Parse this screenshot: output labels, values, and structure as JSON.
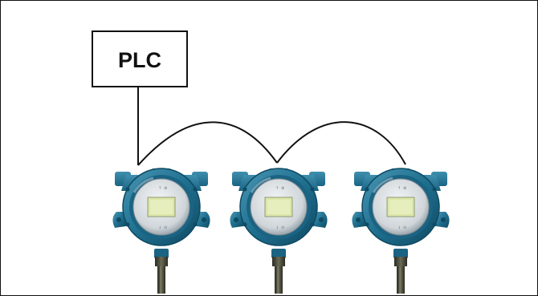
{
  "diagram": {
    "controller": {
      "label": "PLC"
    },
    "devices": [
      {
        "id": "transmitter-1"
      },
      {
        "id": "transmitter-2"
      },
      {
        "id": "transmitter-3"
      }
    ],
    "colors": {
      "housing": "#1f6f8f",
      "housing_dark": "#12506b",
      "housing_light": "#3d8cab",
      "bezel": "#d9dde0",
      "display": "#dbe6a8",
      "cable": "#111111",
      "gland": "#3a3a2e"
    }
  }
}
